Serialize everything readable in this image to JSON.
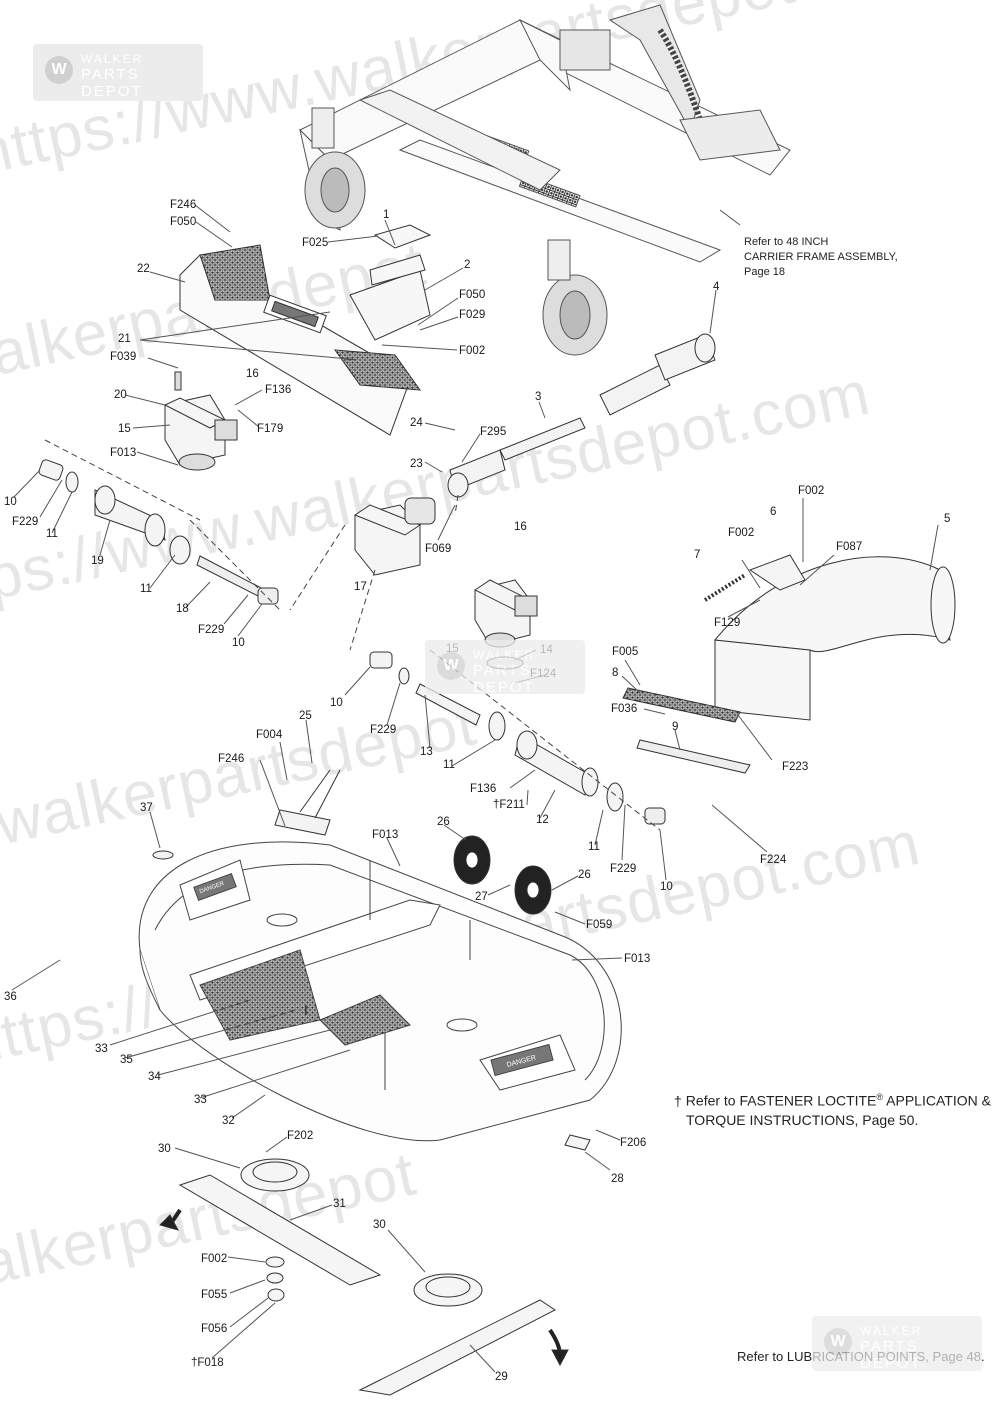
{
  "watermark": {
    "text_a": "https://www.walkerpartsdepot.com",
    "text_b": "walkerpartsdepot",
    "logo_line1": "WALKER",
    "logo_line2": "PARTS DEPOT",
    "logo_letter": "W"
  },
  "notes": {
    "frame_ref_1": "Refer to 48 INCH",
    "frame_ref_2": "CARRIER FRAME ASSEMBLY,",
    "frame_ref_3": "Page 18",
    "loctite_symbol": "†",
    "loctite_1": "Refer to FASTENER LOCTITE",
    "loctite_reg": "®",
    "loctite_1b": " APPLICATION &",
    "loctite_2": "TORQUE INSTRUCTIONS, Page 50.",
    "lube_ref": "Refer to LUBRICATION POINTS, Page 48."
  },
  "callouts": [
    {
      "label": "F246"
    },
    {
      "label": "F050"
    },
    {
      "label": "F025"
    },
    {
      "label": "1"
    },
    {
      "label": "22"
    },
    {
      "label": "2"
    },
    {
      "label": "F050"
    },
    {
      "label": "F029"
    },
    {
      "label": "F002"
    },
    {
      "label": "21"
    },
    {
      "label": "F039"
    },
    {
      "label": "16"
    },
    {
      "label": "F136"
    },
    {
      "label": "20"
    },
    {
      "label": "F179"
    },
    {
      "label": "15"
    },
    {
      "label": "F013"
    },
    {
      "label": "4"
    },
    {
      "label": "3"
    },
    {
      "label": "24"
    },
    {
      "label": "F295"
    },
    {
      "label": "23"
    },
    {
      "label": "10"
    },
    {
      "label": "F229"
    },
    {
      "label": "11"
    },
    {
      "label": "19"
    },
    {
      "label": "F069"
    },
    {
      "label": "16"
    },
    {
      "label": "17"
    },
    {
      "label": "11"
    },
    {
      "label": "18"
    },
    {
      "label": "F229"
    },
    {
      "label": "10"
    },
    {
      "label": "F002"
    },
    {
      "label": "6"
    },
    {
      "label": "F002"
    },
    {
      "label": "F087"
    },
    {
      "label": "5"
    },
    {
      "label": "7"
    },
    {
      "label": "F129"
    },
    {
      "label": "15"
    },
    {
      "label": "14"
    },
    {
      "label": "F124"
    },
    {
      "label": "F005"
    },
    {
      "label": "8"
    },
    {
      "label": "F036"
    },
    {
      "label": "9"
    },
    {
      "label": "F223"
    },
    {
      "label": "10"
    },
    {
      "label": "F229"
    },
    {
      "label": "13"
    },
    {
      "label": "25"
    },
    {
      "label": "F004"
    },
    {
      "label": "F246"
    },
    {
      "label": "11"
    },
    {
      "label": "F136"
    },
    {
      "label": "†F211"
    },
    {
      "label": "12"
    },
    {
      "label": "11"
    },
    {
      "label": "F229"
    },
    {
      "label": "10"
    },
    {
      "label": "F224"
    },
    {
      "label": "37"
    },
    {
      "label": "F013"
    },
    {
      "label": "26"
    },
    {
      "label": "27"
    },
    {
      "label": "26"
    },
    {
      "label": "F059"
    },
    {
      "label": "F013"
    },
    {
      "label": "36"
    },
    {
      "label": "33"
    },
    {
      "label": "35"
    },
    {
      "label": "34"
    },
    {
      "label": "33"
    },
    {
      "label": "32"
    },
    {
      "label": "F202"
    },
    {
      "label": "30"
    },
    {
      "label": "F206"
    },
    {
      "label": "28"
    },
    {
      "label": "31"
    },
    {
      "label": "30"
    },
    {
      "label": "F002"
    },
    {
      "label": "F055"
    },
    {
      "label": "F056"
    },
    {
      "label": "†F018"
    },
    {
      "label": "29"
    }
  ],
  "decal_text": {
    "danger": "DANGER"
  }
}
